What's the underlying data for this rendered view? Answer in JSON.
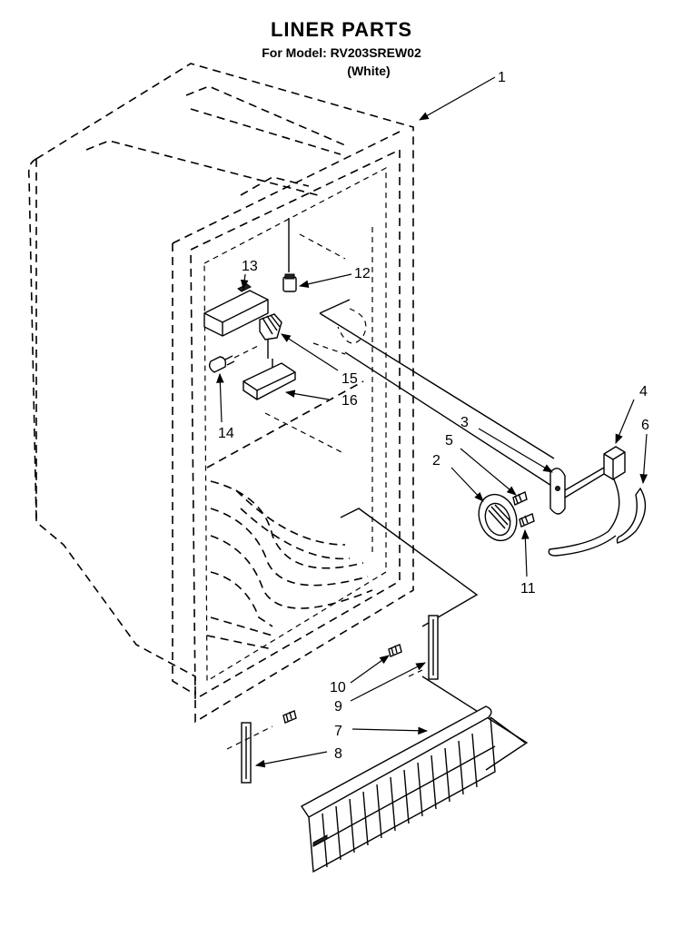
{
  "header": {
    "title": "LINER PARTS",
    "model_line": "For Model: RV203SREW02",
    "color_line": "(White)"
  },
  "callouts": [
    {
      "id": "1",
      "label": "1"
    },
    {
      "id": "2",
      "label": "2"
    },
    {
      "id": "3",
      "label": "3"
    },
    {
      "id": "4",
      "label": "4"
    },
    {
      "id": "5",
      "label": "5"
    },
    {
      "id": "6",
      "label": "6"
    },
    {
      "id": "7",
      "label": "7"
    },
    {
      "id": "8",
      "label": "8"
    },
    {
      "id": "9",
      "label": "9"
    },
    {
      "id": "10",
      "label": "10"
    },
    {
      "id": "11",
      "label": "11"
    },
    {
      "id": "12",
      "label": "12"
    },
    {
      "id": "13",
      "label": "13"
    },
    {
      "id": "14",
      "label": "14"
    },
    {
      "id": "15",
      "label": "15"
    },
    {
      "id": "16",
      "label": "16"
    }
  ]
}
